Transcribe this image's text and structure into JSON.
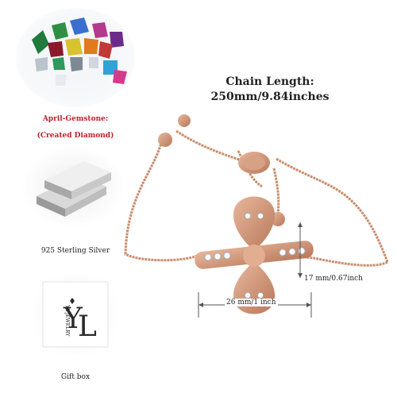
{
  "chain_length": {
    "title": "Chain Length:",
    "value": "250mm/9.84inches"
  },
  "gemstone": {
    "label": "April-Gemstone:",
    "sublabel": "(Created Diamond)"
  },
  "silver": {
    "caption": "925 Sterling Silver"
  },
  "gift_box": {
    "caption": "Gift box",
    "brand": "YL JEWELRY"
  },
  "dimensions": {
    "height": "17 mm/0.67inch",
    "width": "26 mm/1 inch"
  },
  "colors": {
    "rose_gold": "#d49a7c",
    "rose_gold_dark": "#b7785a",
    "accent_red": "#c0202a"
  }
}
